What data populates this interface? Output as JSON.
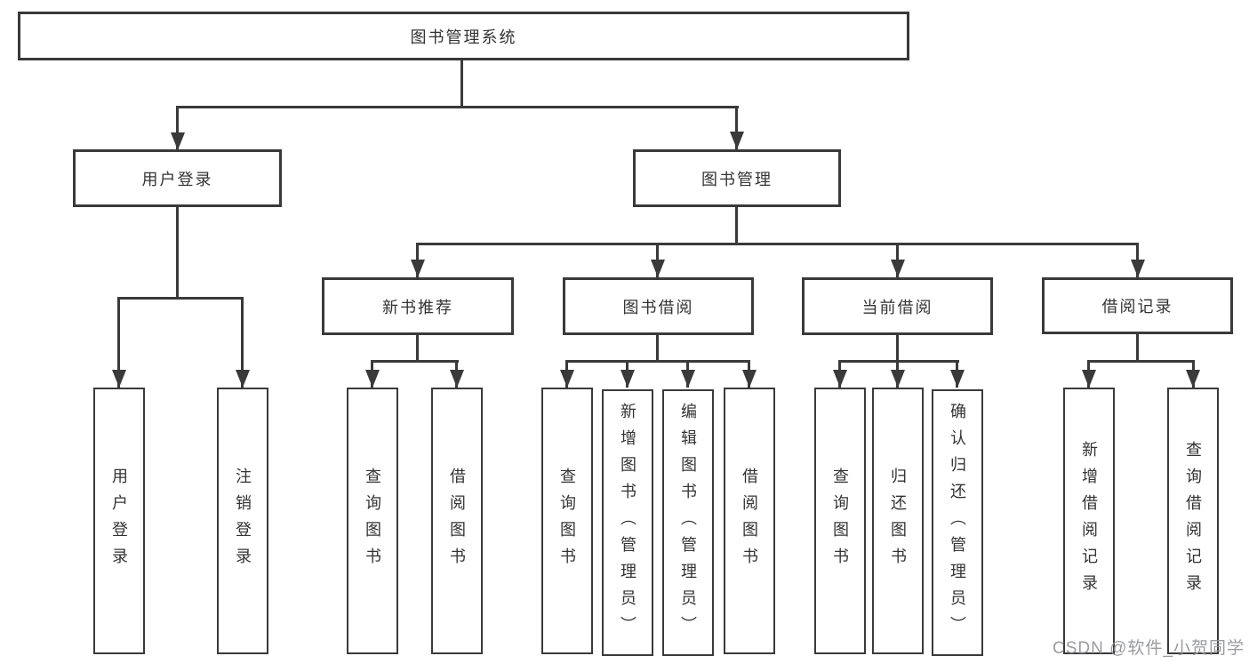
{
  "tree": {
    "root": "图书管理系统",
    "level1": [
      {
        "label": "用户登录"
      },
      {
        "label": "图书管理"
      }
    ],
    "level2": [
      {
        "label": "新书推荐"
      },
      {
        "label": "图书借阅"
      },
      {
        "label": "当前借阅"
      },
      {
        "label": "借阅记录"
      }
    ],
    "leaves": {
      "user": [
        "用户登录",
        "注销登录"
      ],
      "recommend": [
        "查询图书",
        "借阅图书"
      ],
      "borrow": [
        "查询图书",
        "新增图书（管理员）",
        "编辑图书（管理员）",
        "借阅图书"
      ],
      "current": [
        "查询图书",
        "归还图书",
        "确认归还（管理员）"
      ],
      "records": [
        "新增借阅记录",
        "查询借阅记录"
      ]
    }
  },
  "watermark": "CSDN @软件_小贺同学"
}
